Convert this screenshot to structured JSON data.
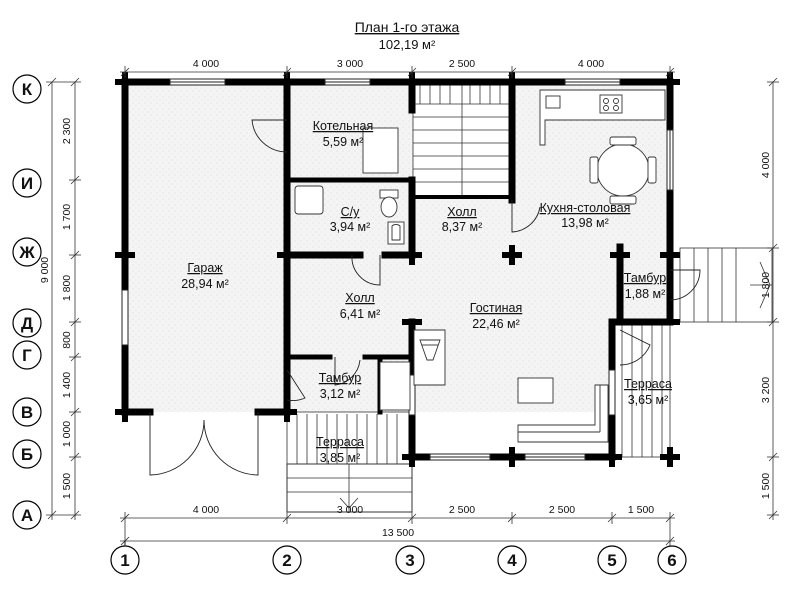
{
  "title": "План 1-го этажа",
  "total_area": "102,19 м²",
  "columns": [
    "1",
    "2",
    "3",
    "4",
    "5",
    "6"
  ],
  "rows": [
    "К",
    "И",
    "Ж",
    "Д",
    "Г",
    "В",
    "Б",
    "А"
  ],
  "dims_top": [
    "4 000",
    "3 000",
    "2 500",
    "4 000"
  ],
  "dims_bottom": [
    "4 000",
    "3 000",
    "2 500",
    "2 500",
    "1 500"
  ],
  "dim_total_bottom": "13 500",
  "dims_left": [
    "2 300",
    "1 700",
    "1 800",
    "800",
    "1 400",
    "1 000",
    "1 500"
  ],
  "dim_total_left": "9 000",
  "dims_right": [
    "4 000",
    "1 800",
    "3 200",
    "1 500"
  ],
  "rooms": [
    {
      "name": "Котельная",
      "area": "5,59 м²"
    },
    {
      "name": "С/у",
      "area": "3,94 м²"
    },
    {
      "name": "Холл",
      "area": "8,37 м²"
    },
    {
      "name": "Кухня-столовая",
      "area": "13,98 м²"
    },
    {
      "name": "Гараж",
      "area": "28,94 м²"
    },
    {
      "name": "Тамбур",
      "area": "1,88 м²"
    },
    {
      "name": "Холл",
      "area": "6,41 м²"
    },
    {
      "name": "Гостиная",
      "area": "22,46 м²"
    },
    {
      "name": "Тамбур",
      "area": "3,12 м²"
    },
    {
      "name": "Терраса",
      "area": "3,65 м²"
    },
    {
      "name": "Терраса",
      "area": "3,85 м²"
    }
  ]
}
